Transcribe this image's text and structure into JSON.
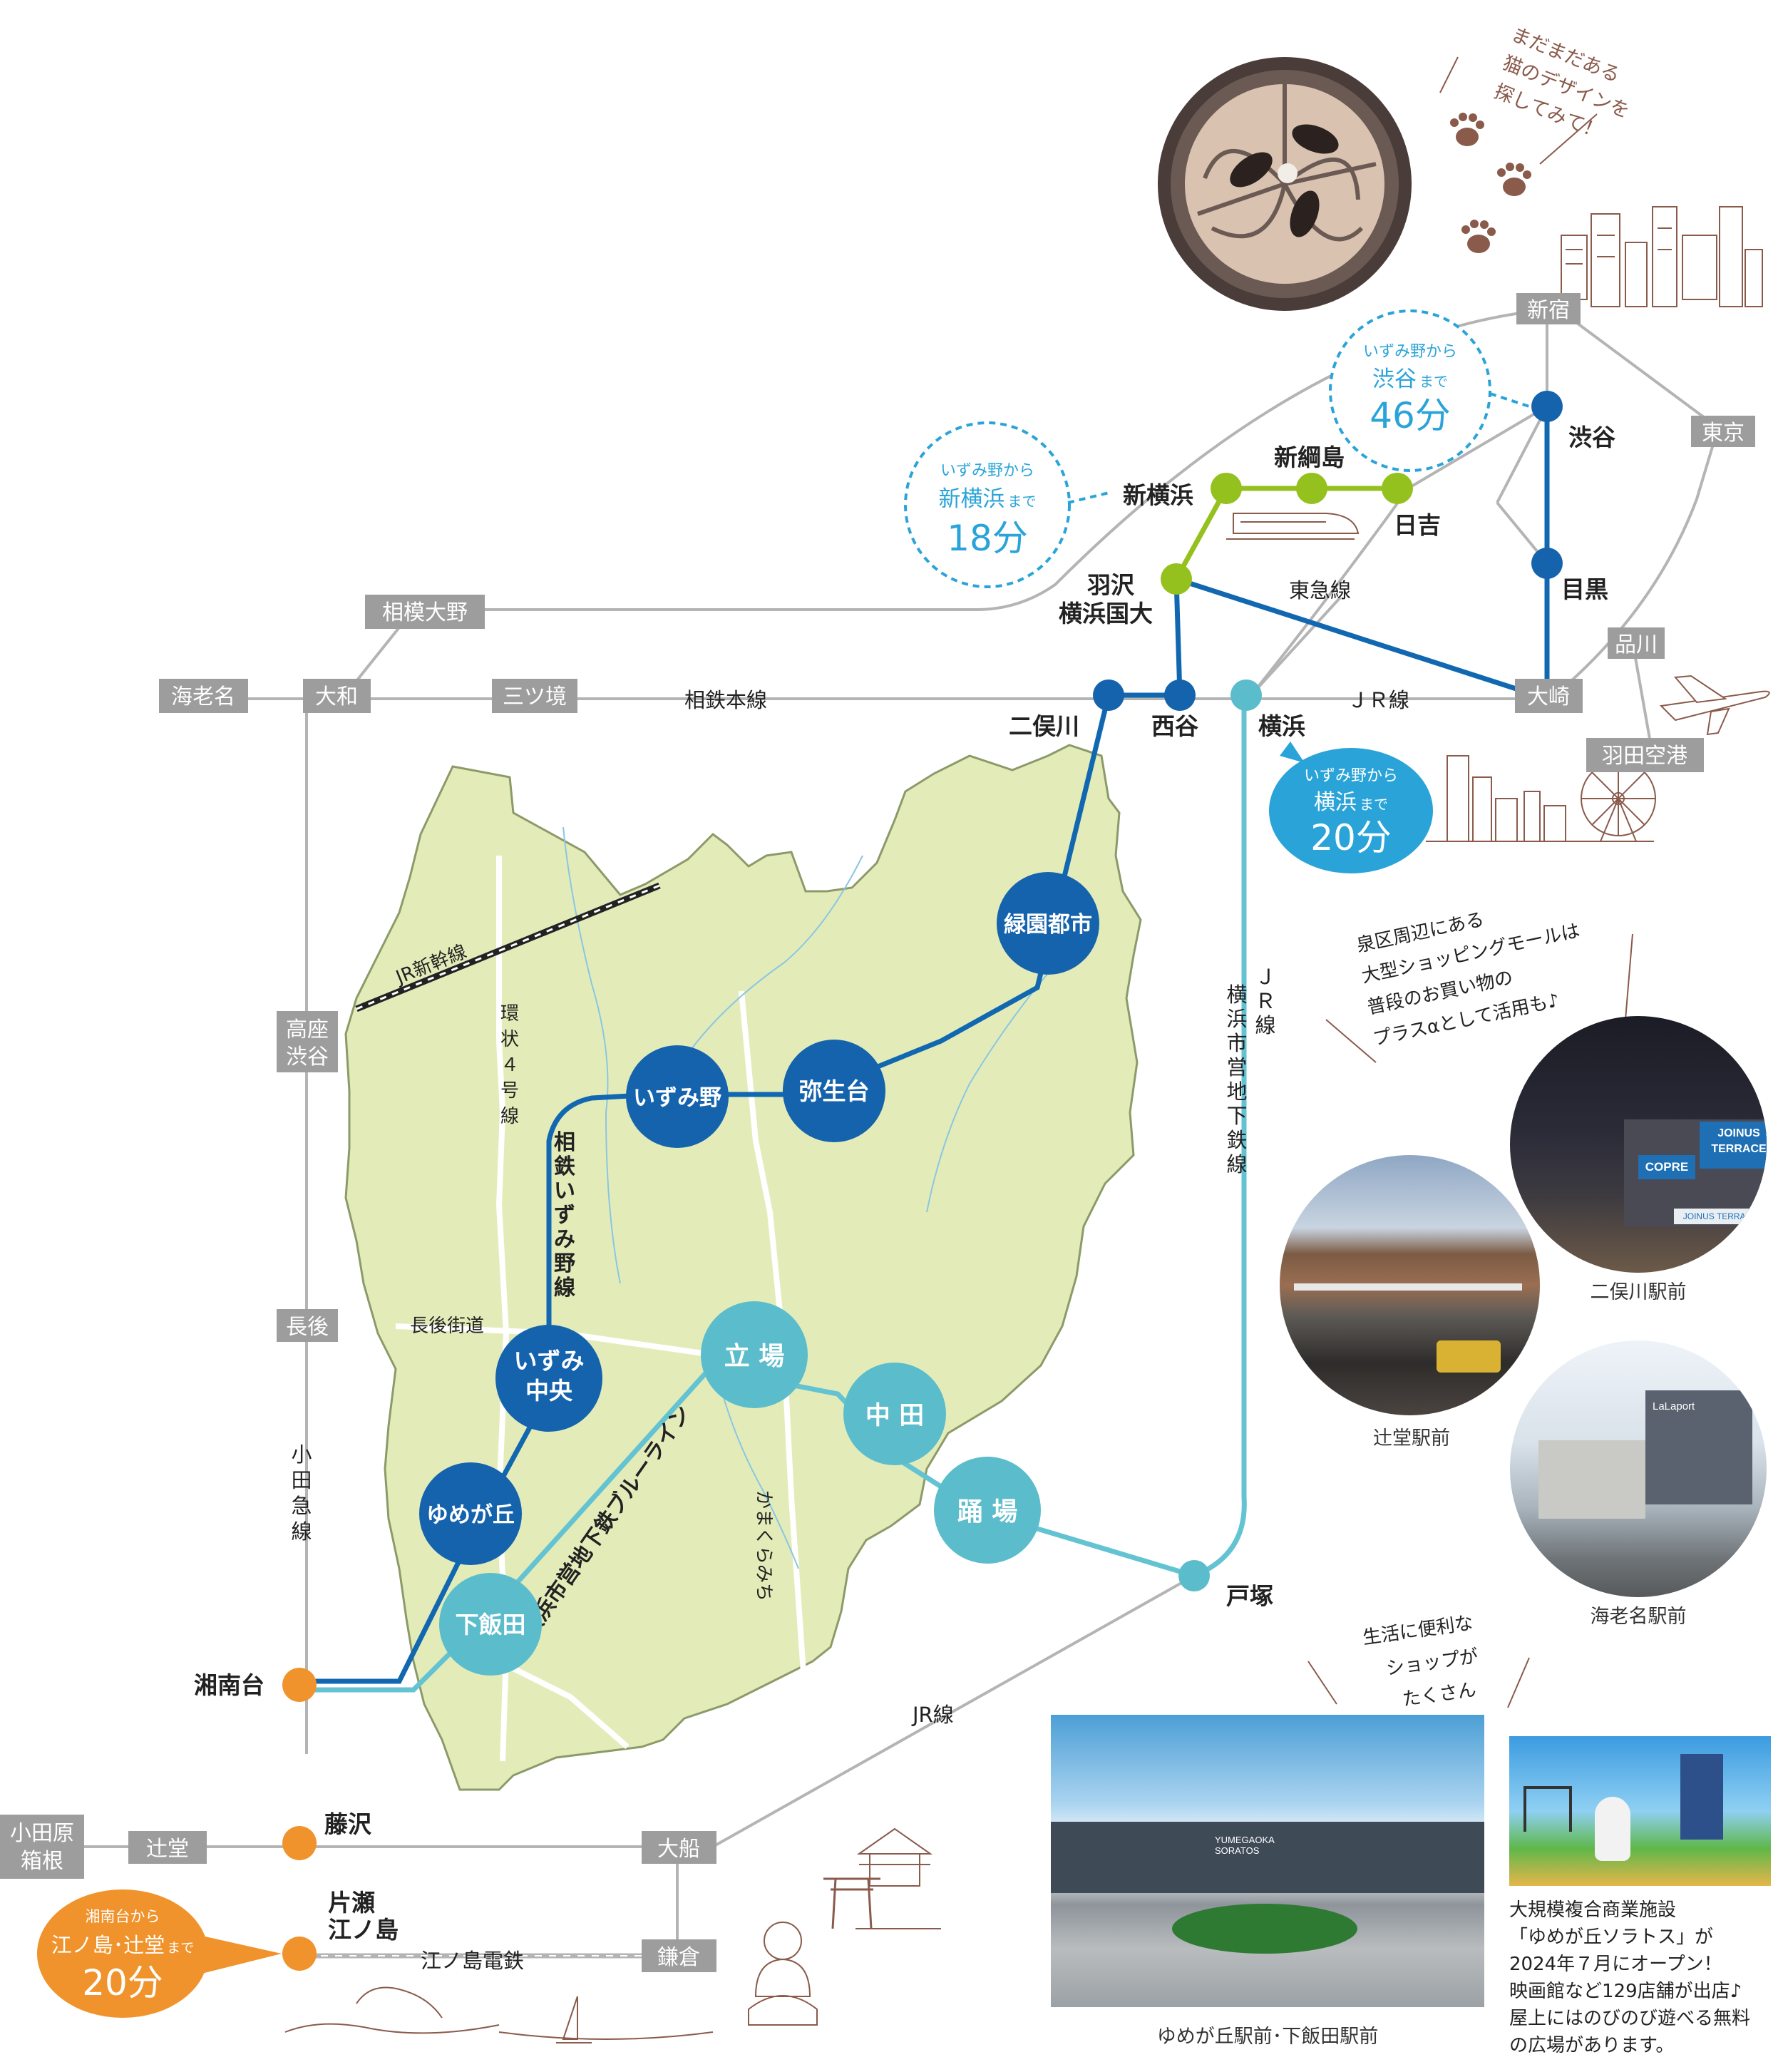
{
  "colors": {
    "district_fill": "#e3ecb9",
    "district_stroke": "#8c9a6a",
    "dark_line": "#1168b1",
    "dark_station": "#1563ad",
    "light_line": "#64c3d2",
    "light_station": "#5bbccc",
    "green_line": "#95c11f",
    "gray_line": "#b4b4b4",
    "orange": "#f0932c",
    "label_gray": "#9d9d9d",
    "dashed_bubble": "#2aa4d8",
    "cat_brown": "#8a5a4b"
  },
  "cat_note": [
    "まだまだある",
    "猫のデザインを",
    "探してみて！"
  ],
  "icons": [
    "manhole-cat-icon",
    "paw-print-icon",
    "shinkansen-icon",
    "airplane-icon",
    "city-skyline-icon",
    "ferris-wheel-icon",
    "shrine-icon",
    "torii-icon",
    "great-buddha-icon",
    "sailboat-icon"
  ],
  "gray_labels": {
    "shinjuku": "新宿",
    "tokyo": "東京",
    "shinagawa": "品川",
    "haneda": "羽田空港",
    "sagami_ono": "相模大野",
    "ebina": "海老名",
    "yamato": "大和",
    "mitsukyo": "三ツ境",
    "takaza_shibuya": "高座\n渋谷",
    "chogo": "長後",
    "odawara_hakone": "小田原\n箱根",
    "tsujido": "辻堂",
    "ofuna": "大船",
    "kamakura": "鎌倉",
    "osaki": "大崎"
  },
  "station_labels": {
    "shibuya": "渋谷",
    "meguro": "目黒",
    "hiyoshi": "日吉",
    "shintsunashima": "新綱島",
    "shinyokohama": "新横浜",
    "hazawa": "羽沢\n横浜国大",
    "futamatagawa": "二俣川",
    "nishiya": "西谷",
    "yokohama": "横浜",
    "totsuka": "戸塚",
    "shonandai": "湘南台",
    "fujisawa": "藤沢",
    "katase": "片瀬\n江ノ島"
  },
  "district_stations": {
    "ryokuen": "緑園都市",
    "yayoidai": "弥生台",
    "izumino": "いずみ野",
    "izumi_chuo": "いずみ\n中央",
    "yumegaoka": "ゆめが丘",
    "shimoiida": "下飯田",
    "tateba": "立 場",
    "nakada": "中 田",
    "odoriba": "踊 場"
  },
  "line_labels": {
    "sotetsu_main": "相鉄本線",
    "jr_line_top": "ＪＲ線",
    "tokyu": "東急線",
    "jr_shinkansen": "JR新幹線",
    "kanjo4": "環\n状\n４\n号\n線",
    "izumino_line": "相\n鉄\nい\nず\nみ\n野\n線",
    "chogo_kaido": "長後街道",
    "kamakura_michi": "かまくらみち",
    "blue_line": "横浜市営地下鉄ブルーライン",
    "jr_right": "Ｊ\nＲ\n線",
    "subway_right": "横\n浜\n市\n営\n地\n下\n鉄\n線",
    "odakyu": "小\n田\n急\n線",
    "jr_bottom": "JR線",
    "enoden": "江ノ島電鉄"
  },
  "bubbles": {
    "shibuya": {
      "from": "いずみ野から",
      "dest": "渋谷",
      "suffix": "まで",
      "time": "46分"
    },
    "shinyokohama": {
      "from": "いずみ野から",
      "dest": "新横浜",
      "suffix": "まで",
      "time": "18分"
    },
    "yokohama": {
      "from": "いずみ野から",
      "dest": "横浜",
      "suffix": "まで",
      "time": "20分"
    },
    "enoshima": {
      "from": "湘南台から",
      "dest": "江ノ島･辻堂",
      "suffix": "まで",
      "time": "20分"
    }
  },
  "mall_note": [
    "泉区周辺にある",
    "大型ショッピングモールは",
    "普段のお買い物の",
    "プラスαとして活用も♪"
  ],
  "shop_note": [
    "生活に便利な",
    "ショップが",
    "たくさん"
  ],
  "photos": {
    "futamatagawa": {
      "caption": "二俣川駅前",
      "signs": [
        "COPRE",
        "JOINUS",
        "TERRACE",
        "JOINUS TERRACE"
      ]
    },
    "tsujido": {
      "caption": "辻堂駅前"
    },
    "ebina": {
      "caption": "海老名駅前",
      "signs": [
        "LaLaport"
      ]
    },
    "yumegaoka": {
      "caption": "ゆめが丘駅前･下飯田駅前",
      "signs": [
        "YUMEGAOKA",
        "SORATOS"
      ]
    },
    "playground": {
      "caption": ""
    }
  },
  "soratos_note": [
    "大規模複合商業施設",
    "「ゆめが丘ソラトス」が",
    "2024年７月にオープン！",
    "映画館など129店舗が出店♪",
    "屋上にはのびのび遊べる無料",
    "の広場があります。"
  ]
}
